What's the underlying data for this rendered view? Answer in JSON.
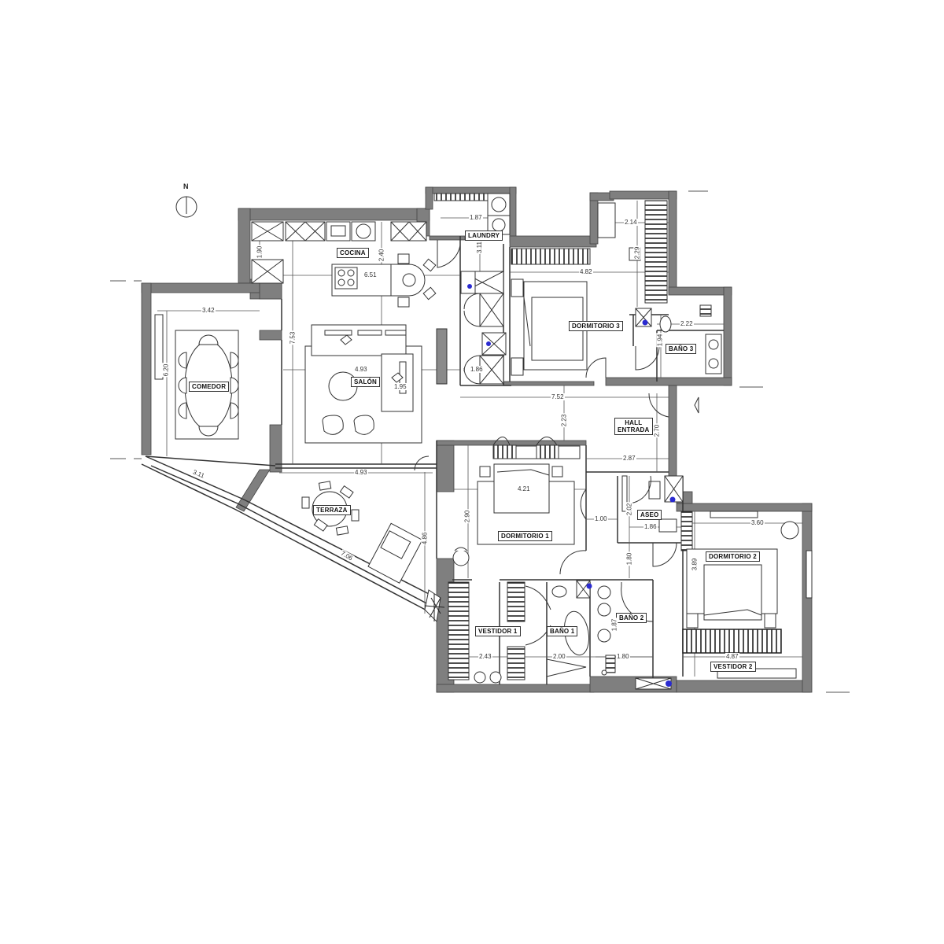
{
  "plan": {
    "type": "architectural floor plan",
    "wall_color": "#7a7a7a",
    "line_color": "#333333",
    "fixture_accent_color": "#2a2ad0",
    "north_arrow": {
      "label": "N"
    }
  },
  "rooms": {
    "cocina": {
      "label": "COCINA"
    },
    "laundry": {
      "label": "LAUNDRY"
    },
    "comedor": {
      "label": "COMEDOR"
    },
    "salon": {
      "label": "SALÓN"
    },
    "terraza": {
      "label": "TERRAZA"
    },
    "dormitorio3": {
      "label": "DORMITORIO 3"
    },
    "bano3": {
      "label": "BAÑO 3"
    },
    "hall": {
      "label_line1": "HALL",
      "label_line2": "ENTRADA"
    },
    "aseo": {
      "label": "ASEO"
    },
    "dormitorio1": {
      "label": "DORMITORIO 1"
    },
    "dormitorio2": {
      "label": "DORMITORIO 2"
    },
    "vestidor1": {
      "label": "VESTIDOR 1"
    },
    "bano1": {
      "label": "BAÑO 1"
    },
    "bano2": {
      "label": "BAÑO 2"
    },
    "vestidor2": {
      "label": "VESTIDOR 2"
    }
  },
  "dimensions": {
    "laundry_width": "1.87",
    "laundry_height": "3.11",
    "cocina_left": "1.90",
    "cocina_island": "6.51",
    "cocina_vertical": "2.40",
    "comedor_width": "3.42",
    "comedor_height": "6.20",
    "salon_height": "7.53",
    "salon_width": "4.93",
    "salon_small": "1.86",
    "salon_chair": "1.95",
    "dorm3_width": "4.82",
    "dorm3_closet_width": "2.14",
    "dorm3_closet_height": "2.29",
    "bano3_width": "2.22",
    "bano3_height": "1.94",
    "corridor_width": "7.52",
    "corridor_height": "2.23",
    "hall_height": "2.70",
    "hall_width": "2.87",
    "terraza_width": "4.93",
    "terraza_diag_short": "3.11",
    "terraza_diag_long": "7.06",
    "terraza_height": "4.86",
    "dorm1_width": "4.21",
    "dorm1_height": "2.90",
    "passage_width": "1.00",
    "aseo_width": "1.86",
    "aseo_height": "2.02",
    "passage_height": "1.80",
    "dorm2_width": "3.60",
    "dorm2_height": "3.89",
    "vestidor1_width": "2.43",
    "bano1_width": "2.00",
    "bano2_width": "1.80",
    "bano2_height": "1.87",
    "vestidor2_width": "4.87"
  }
}
